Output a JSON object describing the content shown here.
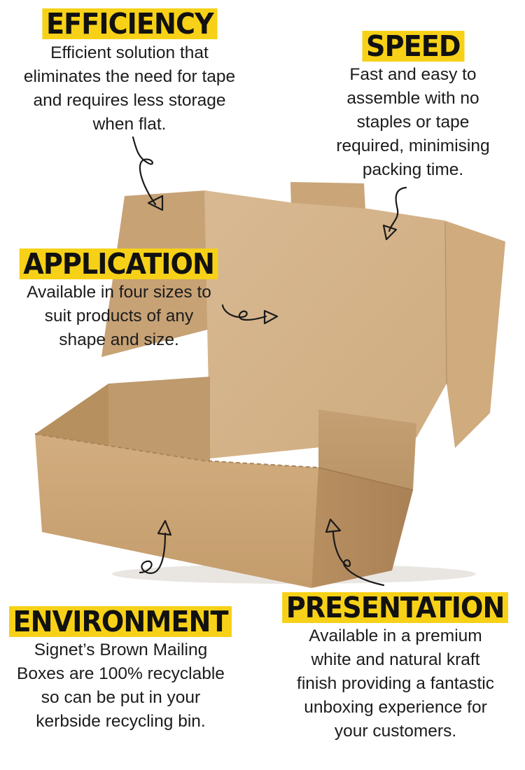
{
  "sections": {
    "efficiency": {
      "heading": "EFFICIENCY",
      "text": "Efficient solution that\neliminates the need for tape\nand requires less storage\nwhen flat."
    },
    "speed": {
      "heading": "SPEED",
      "text": "Fast and easy to\nassemble with no\nstaples or tape\nrequired, minimising\npacking time."
    },
    "application": {
      "heading": "APPLICATION",
      "text": "Available in four sizes to\nsuit products of any\nshape and size."
    },
    "environment": {
      "heading": "ENVIRONMENT",
      "text": "Signet’s Brown Mailing\nBoxes are 100% recyclable\nso can be put in your\nkerbside recycling bin."
    },
    "presentation": {
      "heading": "PRESENTATION",
      "text": "Available in a premium\nwhite and natural kraft\nfinish providing a fantastic\nunboxing experience for\nyour customers."
    }
  },
  "image": {
    "subject": "open-brown-mailing-box"
  },
  "colors": {
    "highlight": "#f7d117",
    "text": "#1a1a1a",
    "kraft_light": "#d7b68e",
    "kraft_mid": "#c9a476",
    "kraft_dark": "#b48d61"
  }
}
